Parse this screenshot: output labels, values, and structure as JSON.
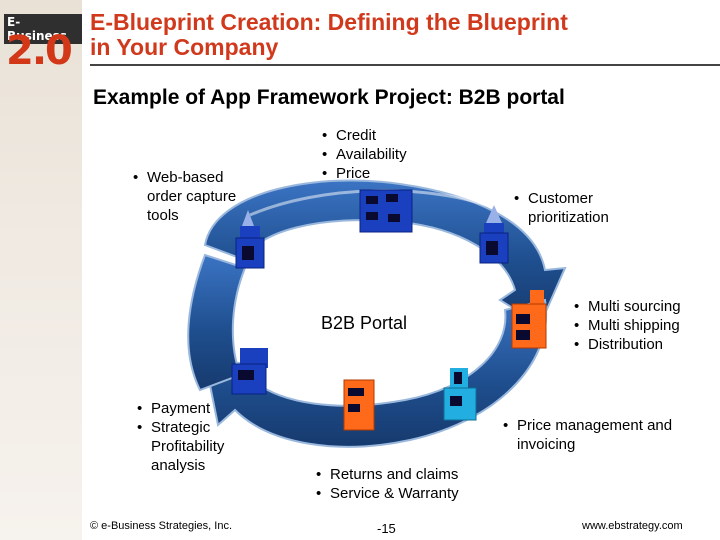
{
  "header": {
    "logo_small": "E-Business",
    "logo_big": "2.0",
    "title_line1": "E-Blueprint Creation: Defining the Blueprint",
    "title_line2": "in Your Company"
  },
  "subtitle": "Example of App Framework Project: B2B portal",
  "center_label": "B2B Portal",
  "callouts": {
    "web": [
      "Web-based",
      "order capture",
      "tools"
    ],
    "credit": [
      "Credit",
      "Availability",
      "Price"
    ],
    "customer": [
      "Customer",
      "prioritization"
    ],
    "sourcing": [
      "Multi sourcing",
      "Multi shipping",
      "Distribution"
    ],
    "price": [
      "Price management and",
      "invoicing"
    ],
    "returns": [
      "Returns and claims",
      "Service & Warranty"
    ],
    "payment": [
      "Payment",
      "Strategic",
      "Profitability",
      "analysis"
    ]
  },
  "footer": {
    "left": "© e-Business Strategies, Inc.",
    "page": "-15",
    "right": "www.ebstrategy.com"
  },
  "colors": {
    "title": "#d1391d",
    "ring": "#1f4f8f",
    "blue_building": "#1a3fbf",
    "orange_building": "#ff6a1a",
    "cyan_building": "#22aee0"
  },
  "icons": [
    "building-icon"
  ]
}
